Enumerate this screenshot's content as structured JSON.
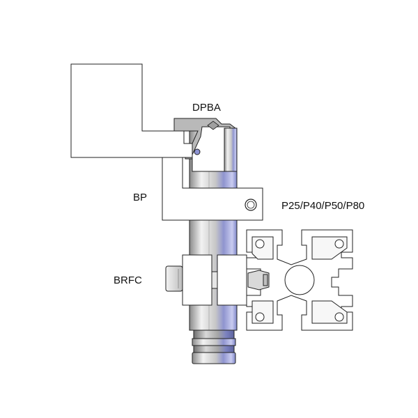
{
  "labels": {
    "dpba": "DPBA",
    "bp": "BP",
    "profile": "P25/P40/P50/P80",
    "brfc": "BRFC"
  },
  "colors": {
    "outline": "#222222",
    "metal_light": "#e8e8e8",
    "metal_mid": "#c9c9c9",
    "metal_dark": "#9a9a9a",
    "accent_blue": "#7f86c9",
    "bracket_grey": "#b9b9b9"
  }
}
